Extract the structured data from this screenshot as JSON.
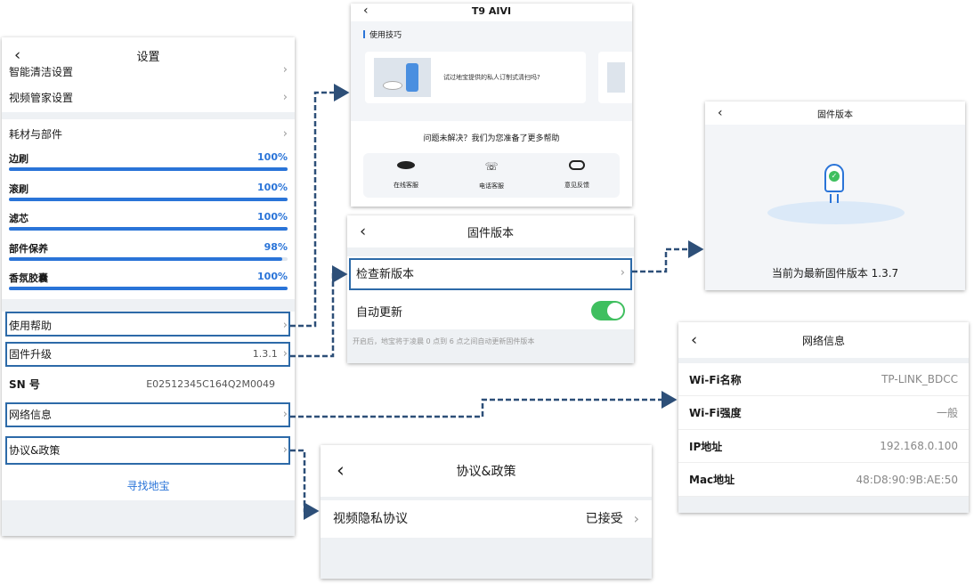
{
  "settings": {
    "title": "设置",
    "cut_item": "智能清洁设置",
    "video_manager": "视频管家设置",
    "consumables": "耗材与部件",
    "bars": [
      {
        "name": "边刷",
        "pct": "100%",
        "value": 100
      },
      {
        "name": "滚刷",
        "pct": "100%",
        "value": 100
      },
      {
        "name": "滤芯",
        "pct": "100%",
        "value": 100
      },
      {
        "name": "部件保养",
        "pct": "98%",
        "value": 98
      },
      {
        "name": "香氛胶囊",
        "pct": "100%",
        "value": 100
      }
    ],
    "help": "使用帮助",
    "firmware": "固件升级",
    "firmware_version": "1.3.1",
    "sn_label": "SN 号",
    "sn_value": "E02512345C164Q2M0049",
    "network": "网络信息",
    "policy": "协议&政策",
    "find": "寻找地宝"
  },
  "help_screen": {
    "title": "T9 AIVI",
    "section": "使用技巧",
    "tip": "试过地宝提供的私人订制式清扫吗?",
    "more_help": "问题未解决？我们为您准备了更多帮助",
    "services": [
      "在线客服",
      "电话客服",
      "意见反馈"
    ]
  },
  "firmware_screen": {
    "title": "固件版本",
    "check": "检查新版本",
    "auto_update": "自动更新",
    "auto_update_on": true,
    "note": "开启后，地宝将于凌晨 0 点到 6 点之间自动更新固件版本"
  },
  "firmware_result": {
    "title": "固件版本",
    "message": "当前为最新固件版本 1.3.7"
  },
  "network_screen": {
    "title": "网络信息",
    "rows": [
      {
        "label": "Wi-Fi名称",
        "value": "TP-LINK_BDCC"
      },
      {
        "label": "Wi-Fi强度",
        "value": "一般"
      },
      {
        "label": "IP地址",
        "value": "192.168.0.100"
      },
      {
        "label": "Mac地址",
        "value": "48:D8:90:9B:AE:50"
      }
    ]
  },
  "policy_screen": {
    "title": "协议&政策",
    "item": "视频隐私协议",
    "status": "已接受"
  },
  "colors": {
    "accent": "#2a74d8",
    "highlight": "#2d6aa8",
    "toggle": "#3fbf5f"
  }
}
